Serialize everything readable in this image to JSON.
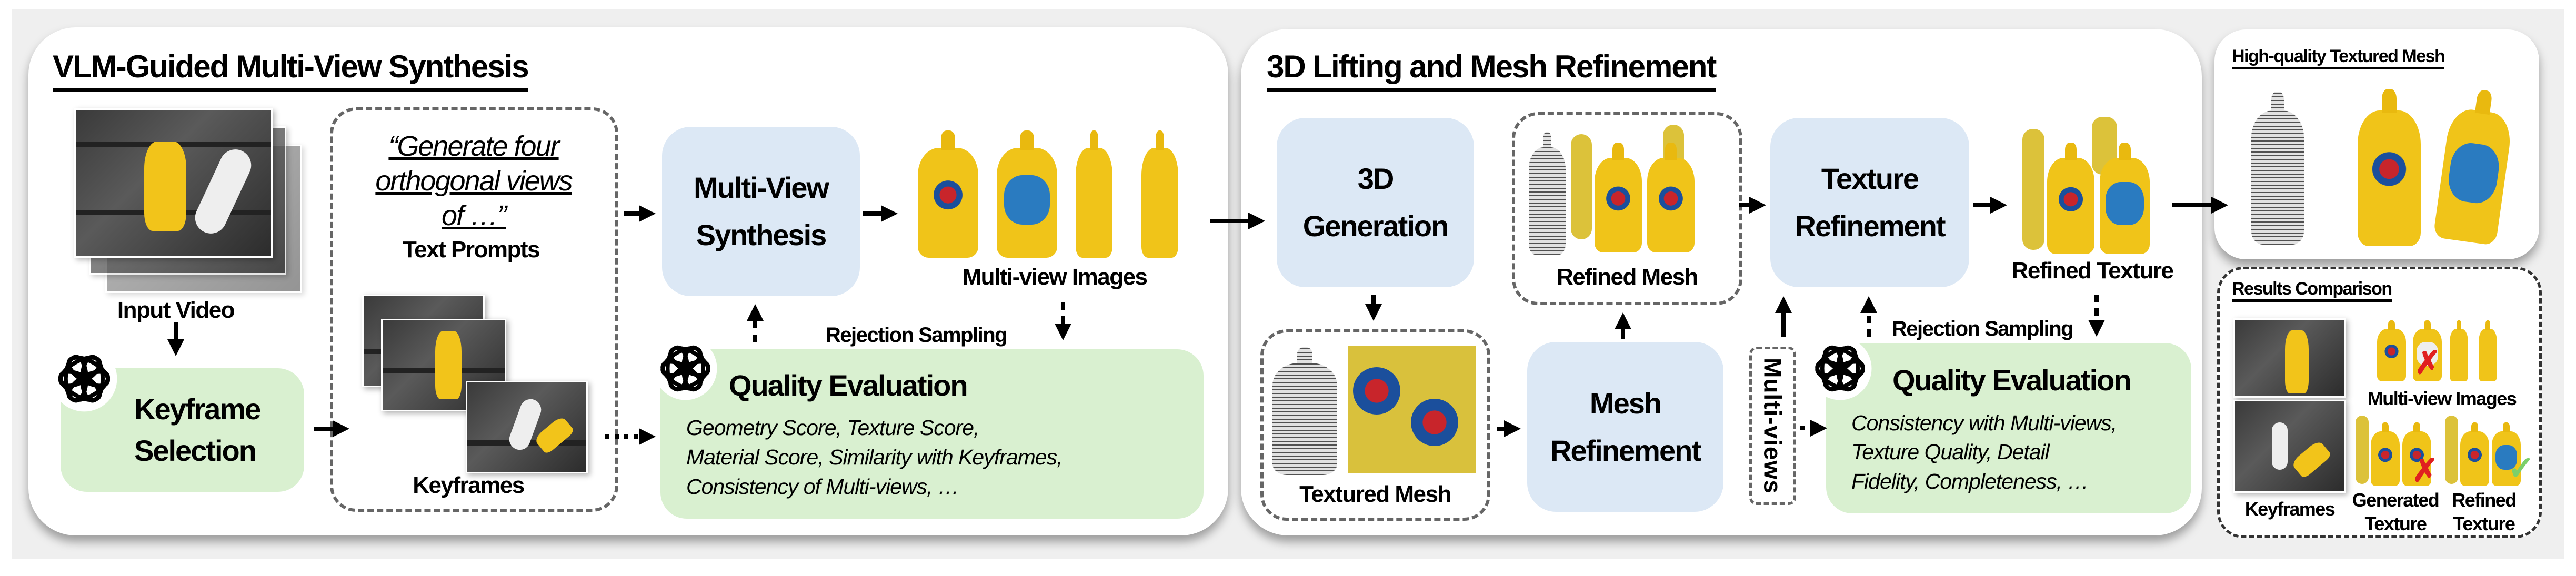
{
  "panel1": {
    "title": "VLM-Guided Multi-View Synthesis",
    "input_video_label": "Input Video",
    "keyframe_selection": [
      "Keyframe",
      "Selection"
    ],
    "prompt_lines": [
      "“Generate four",
      "orthogonal views",
      "of …”"
    ],
    "text_prompts_label": "Text Prompts",
    "keyframes_label": "Keyframes",
    "multi_view_synthesis": [
      "Multi-View",
      "Synthesis"
    ],
    "multi_view_images_label": "Multi-view Images",
    "rejection_sampling": "Rejection Sampling",
    "quality_evaluation": {
      "title": "Quality Evaluation",
      "lines": [
        "Geometry Score, Texture Score,",
        "Material Score, Similarity with Keyframes,",
        "Consistency of Multi-views, …"
      ]
    }
  },
  "panel2": {
    "title": "3D Lifting and Mesh Refinement",
    "generation": [
      "3D",
      "Generation"
    ],
    "textured_mesh_label": "Textured Mesh",
    "mesh_refinement": [
      "Mesh",
      "Refinement"
    ],
    "refined_mesh_label": "Refined Mesh",
    "texture_refinement": [
      "Texture",
      "Refinement"
    ],
    "refined_texture_label": "Refined Texture",
    "multi_views_label": "Multi-views",
    "rejection_sampling": "Rejection Sampling",
    "quality_evaluation": {
      "title": "Quality Evaluation",
      "lines": [
        "Consistency with Multi-views,",
        "Texture Quality, Detail",
        "Fidelity, Completeness, …"
      ]
    }
  },
  "panel3": {
    "title": "High-quality Textured Mesh"
  },
  "results": {
    "title": "Results Comparison",
    "keyframes_label": "Keyframes",
    "multi_view_images_label": "Multi-view Images",
    "generated_texture_label": [
      "Generated",
      "Texture"
    ],
    "refined_texture_label": [
      "Refined",
      "Texture"
    ]
  },
  "colors": {
    "module_blue": "#dce8f5",
    "evaluation_green": "#d9f0d0",
    "reject_red": "#e02020",
    "accept_green": "#7ccf6a"
  },
  "icons": [
    "openai-logo-icon",
    "arrow-icon",
    "cross-mark-icon",
    "check-mark-icon"
  ]
}
